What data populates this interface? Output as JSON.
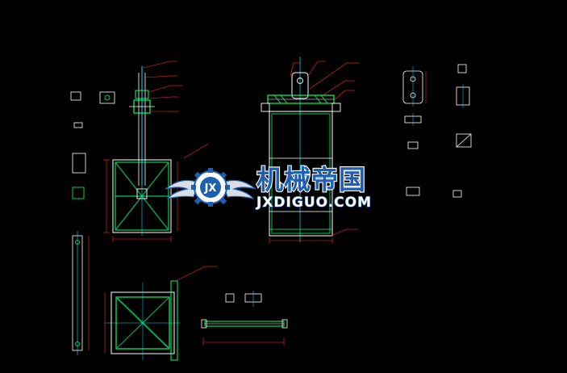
{
  "drawing": {
    "background": "#000000",
    "line_colors": {
      "outline": "#ffffff",
      "dimension": "#ff2a2a",
      "centerline": "#00e5ff",
      "structure": "#00ff66",
      "member": "#00aa55"
    }
  },
  "watermark": {
    "brand_cn": "机械帝国",
    "brand_en": "JXDIGUO.COM",
    "emblem_letters": "JX",
    "colors": {
      "blue": "#1e5fb0",
      "white": "#ffffff",
      "wing": "#d8dde6"
    }
  }
}
